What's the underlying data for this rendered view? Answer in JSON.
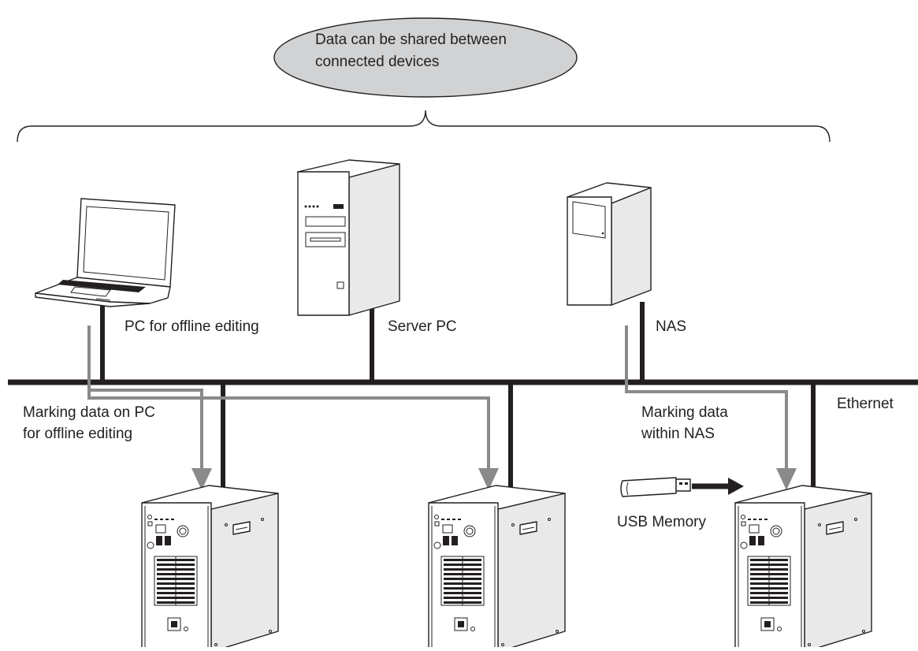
{
  "callout": {
    "line1": "Data can be shared between",
    "line2": "connected devices"
  },
  "devices": {
    "laptop_label": "PC for offline editing",
    "server_label": "Server PC",
    "nas_label": "NAS",
    "usb_label": "USB Memory"
  },
  "network": {
    "ethernet_label": "Ethernet"
  },
  "flows": {
    "pc_data_line1": "Marking data on PC",
    "pc_data_line2": "for offline editing",
    "nas_data_line1": "Marking data",
    "nas_data_line2": "within NAS"
  },
  "colors": {
    "line": "#231f20",
    "flow_arrow": "#8a8a8a",
    "callout_fill": "#d1d2d4"
  }
}
